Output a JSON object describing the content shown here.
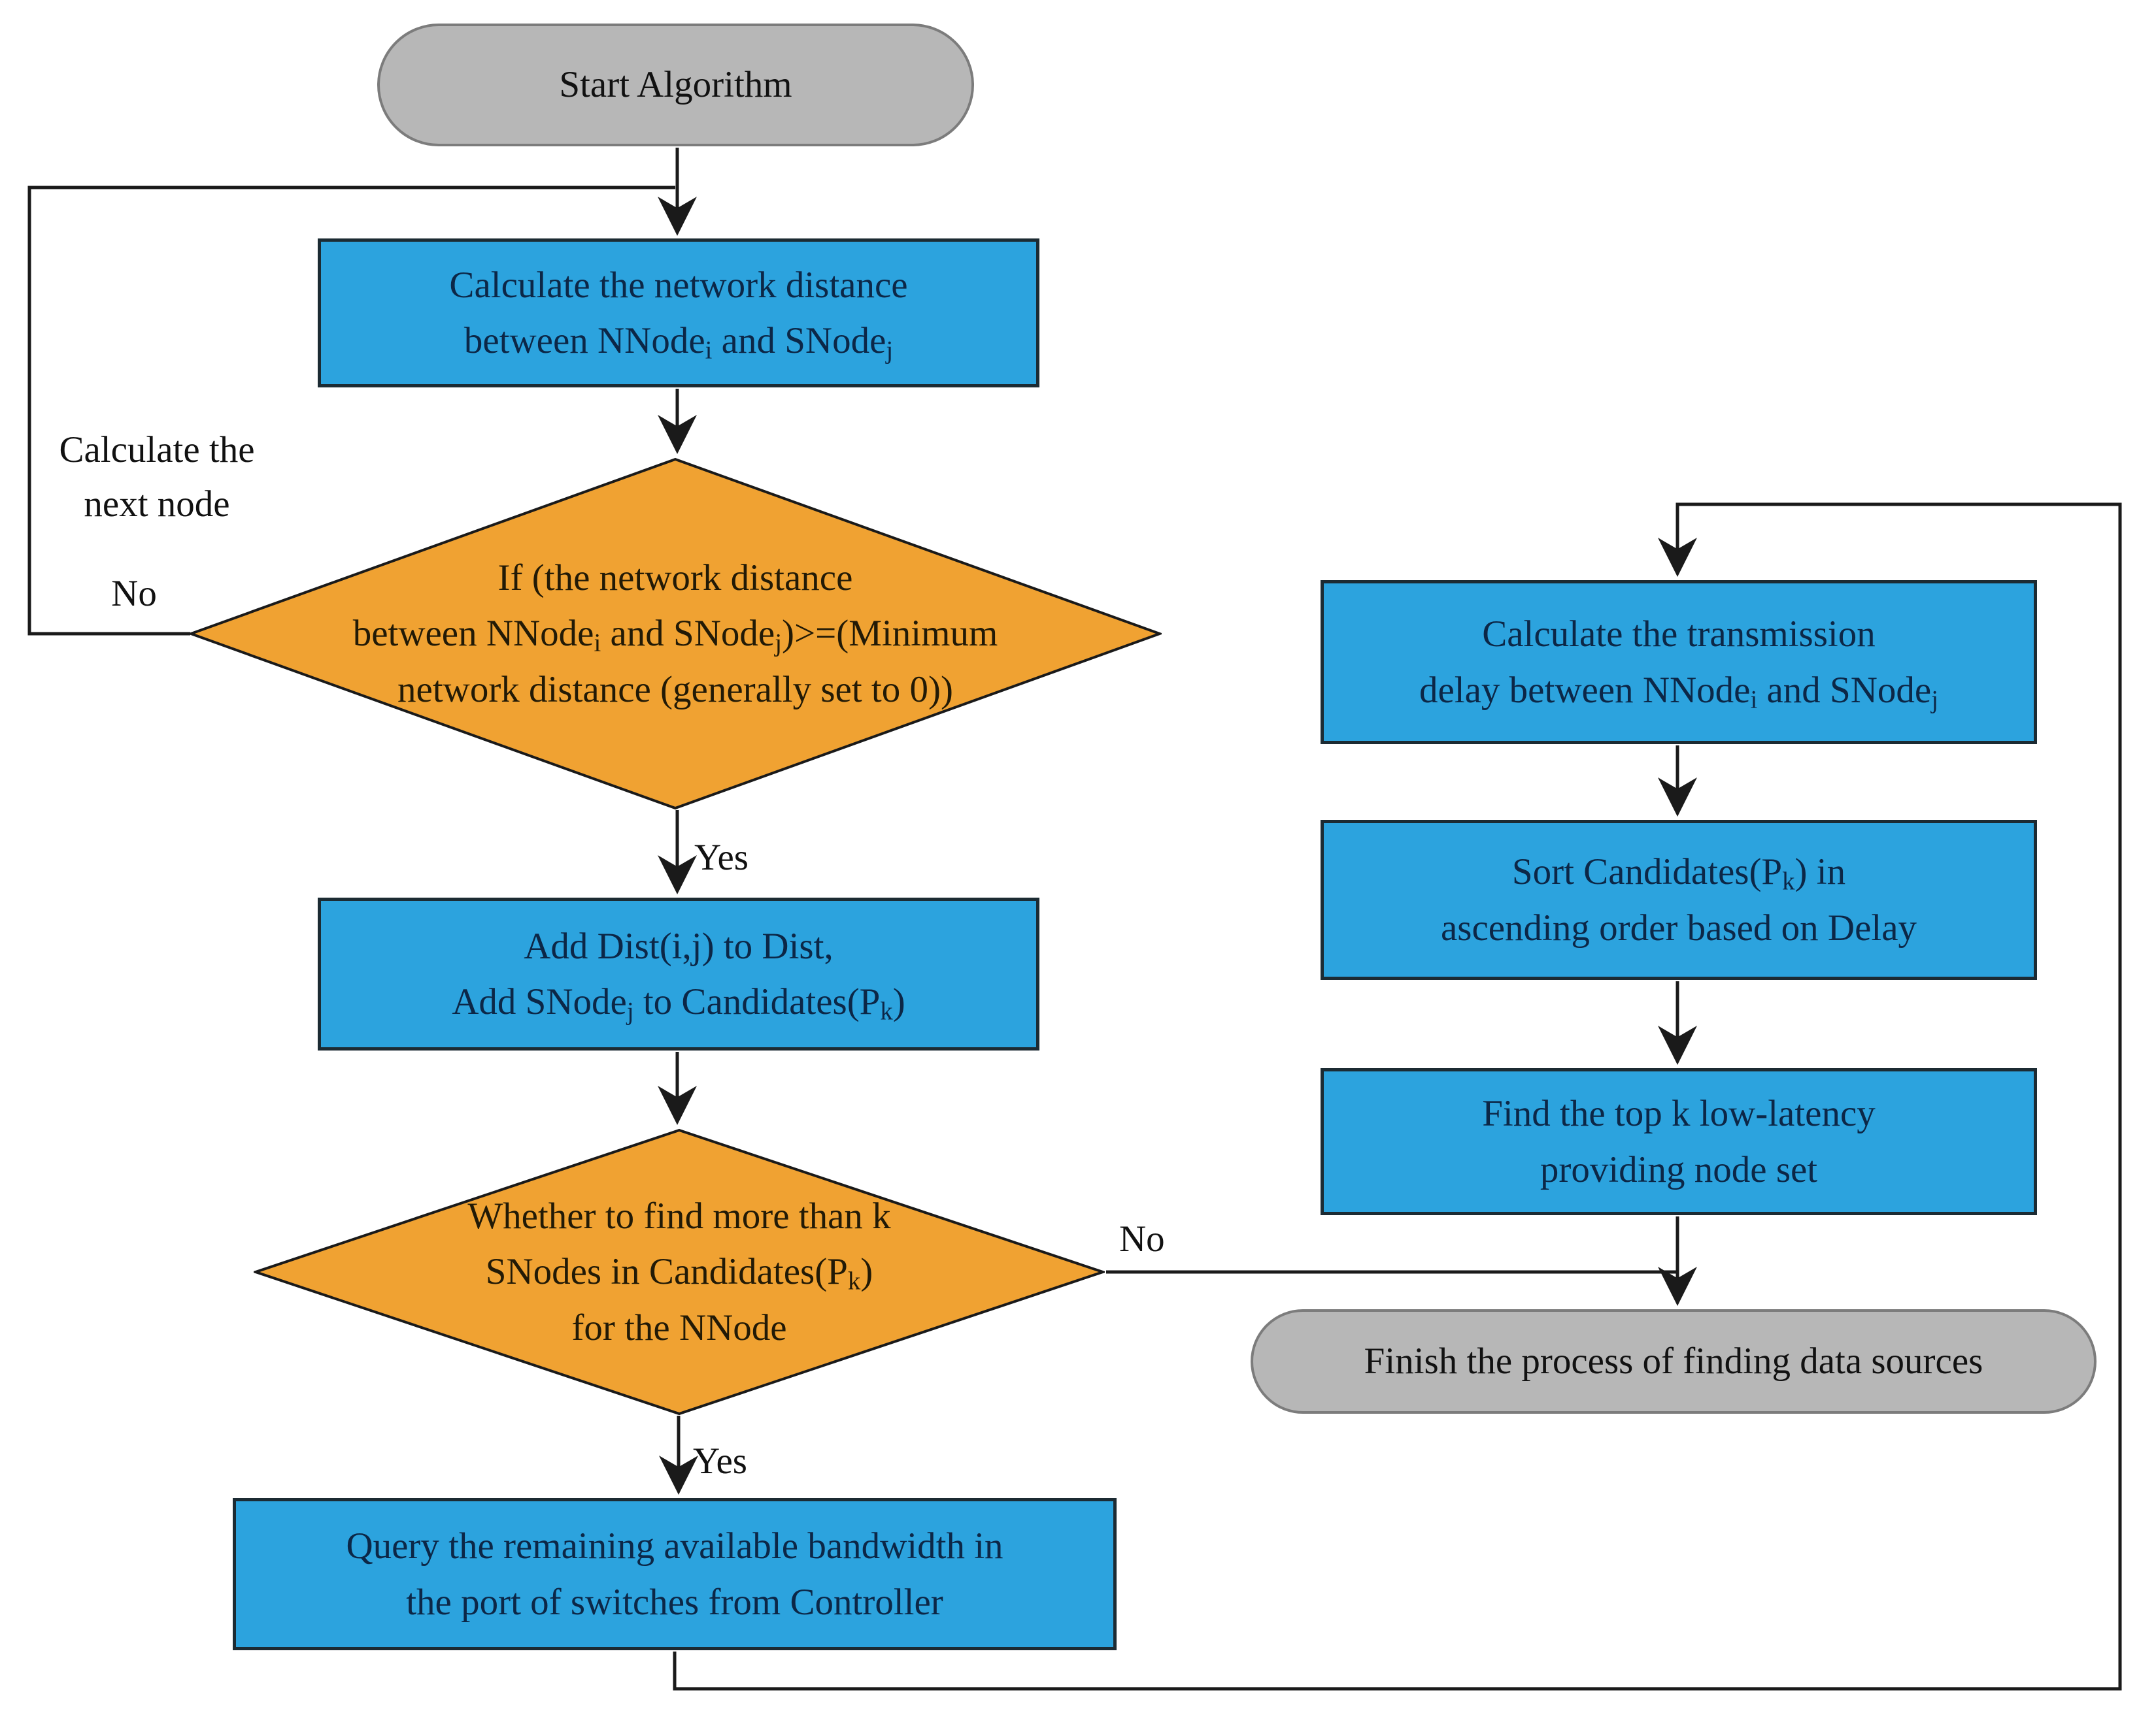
{
  "theme": {
    "canvas-bg": "#ffffff",
    "process-fill": "#2ca3de",
    "process-border": "#1c2b33",
    "process-text": "#0c2747",
    "decision-fill": "#f0a232",
    "decision-border": "#1a1a1a",
    "decision-text": "#221a06",
    "terminator-fill": "#b7b7b7",
    "terminator-border": "#7c7c7c",
    "terminator-text": "#111111",
    "connector-color": "#1a1a1a",
    "label-text": "#111111"
  },
  "nodes": {
    "start": {
      "label": "Start Algorithm"
    },
    "calc_distance": {
      "label": "Calculate the network distance\nbetween NNode_{i} and SNode_{j}"
    },
    "check_distance": {
      "label": "If (the network distance\nbetween NNode_{i} and SNode_{j})>=(Minimum\nnetwork distance (generally set to 0))"
    },
    "add_dist": {
      "label": "Add Dist(i,j) to Dist,\nAdd SNode_{j} to Candidates(P_{k})"
    },
    "check_k": {
      "label": "Whether to find more than k\nSNodes in Candidates(P_{k})\nfor the NNode"
    },
    "query_bandwidth": {
      "label": "Query the remaining available bandwidth in\nthe port of switches from Controller"
    },
    "calc_delay": {
      "label": "Calculate the transmission\ndelay between NNode_{i} and SNode_{j}"
    },
    "sort_candidates": {
      "label": "Sort Candidates(P_{k}) in\nascending order based on Delay"
    },
    "find_top_k": {
      "label": "Find the top k low-latency\nproviding node set"
    },
    "finish": {
      "label": "Finish the process of finding data sources"
    }
  },
  "edge_labels": {
    "loop_back": "Calculate the\nnext node",
    "no_distance": "No",
    "yes_distance": "Yes",
    "no_candidates": "No",
    "yes_candidates": "Yes"
  }
}
